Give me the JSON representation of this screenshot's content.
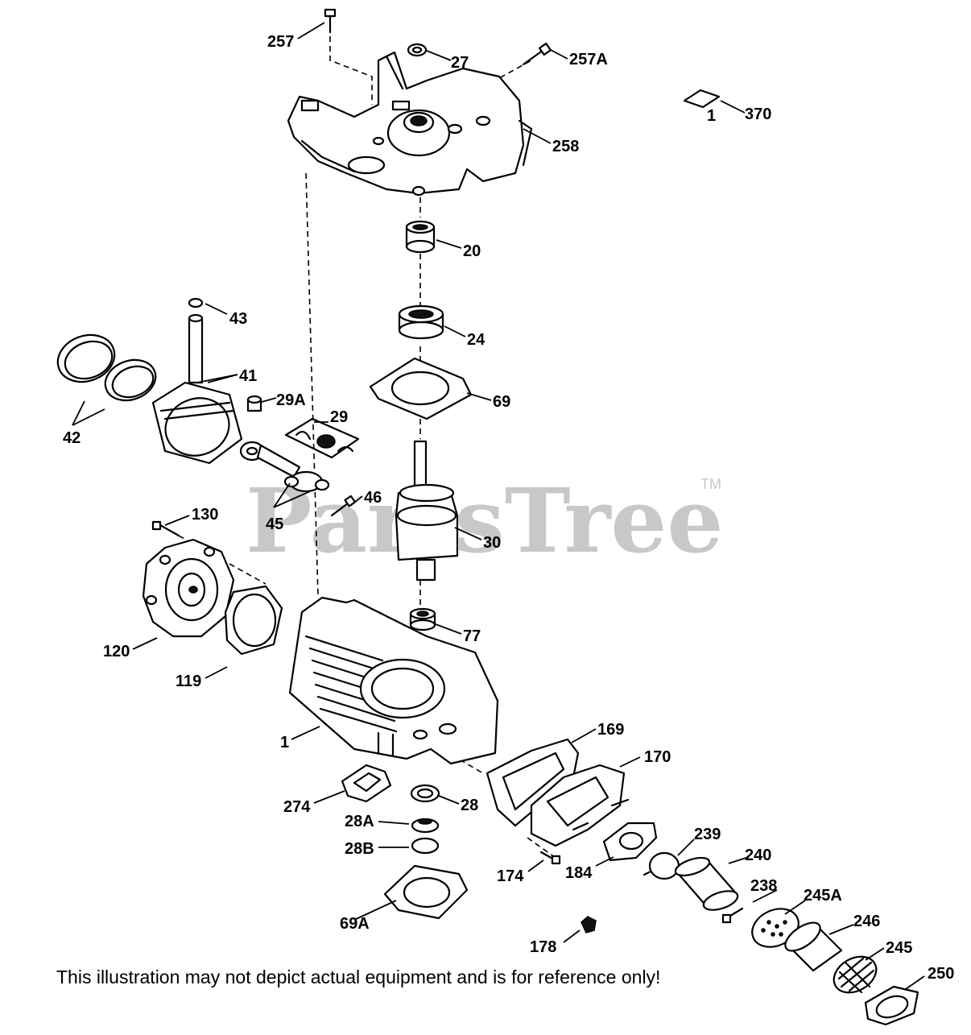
{
  "watermark": {
    "text": "PartsTree",
    "trademark": "TM"
  },
  "disclaimer": "This illustration may not depict actual equipment and is for reference only!",
  "labels": {
    "p257": "257",
    "p27": "27",
    "p257A": "257A",
    "p370": "370",
    "p370qty": "1",
    "p258": "258",
    "p20": "20",
    "p43": "43",
    "p24": "24",
    "p41": "41",
    "p29A": "29A",
    "p29": "29",
    "p69": "69",
    "p42": "42",
    "p46": "46",
    "p45": "45",
    "p130": "130",
    "p30": "30",
    "p77": "77",
    "p120": "120",
    "p119": "119",
    "p1": "1",
    "p169": "169",
    "p170": "170",
    "p274": "274",
    "p28": "28",
    "p28A": "28A",
    "p28B": "28B",
    "p174": "174",
    "p184": "184",
    "p239": "239",
    "p240": "240",
    "p238": "238",
    "p245A": "245A",
    "p69A": "69A",
    "p246": "246",
    "p178": "178",
    "p245": "245",
    "p250": "250"
  }
}
